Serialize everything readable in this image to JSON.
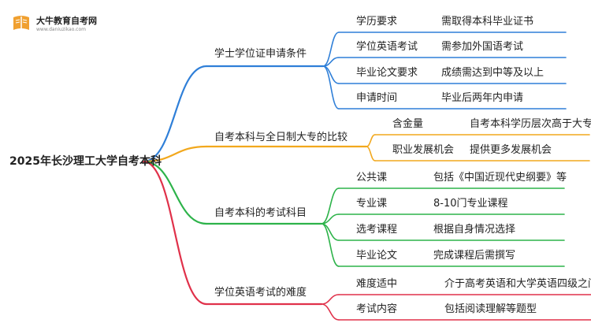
{
  "logo": {
    "title": "大牛教育自考网",
    "url": "www.daniuzikao.com",
    "icon": "book-icon",
    "color": "#f0a030"
  },
  "root": "2025年长沙理工大学自考本科",
  "branches": [
    {
      "label": "学士学位证申请条件",
      "color": "#2f7fd8",
      "children": [
        {
          "key": "学历要求",
          "value": "需取得本科毕业证书"
        },
        {
          "key": "学位英语考试",
          "value": "需参加外国语考试"
        },
        {
          "key": "毕业论文要求",
          "value": "成绩需达到中等及以上"
        },
        {
          "key": "申请时间",
          "value": "毕业后两年内申请"
        }
      ]
    },
    {
      "label": "自考本科与全日制大专的比较",
      "color": "#f2a81d",
      "children": [
        {
          "key": "含金量",
          "value": "自考本科学历层次高于大专"
        },
        {
          "key": "职业发展机会",
          "value": "提供更多发展机会"
        }
      ]
    },
    {
      "label": "自考本科的考试科目",
      "color": "#2db34a",
      "children": [
        {
          "key": "公共课",
          "value": "包括《中国近现代史纲要》等"
        },
        {
          "key": "专业课",
          "value": "8-10门专业课程"
        },
        {
          "key": "选考课程",
          "value": "根据自身情况选择"
        },
        {
          "key": "毕业论文",
          "value": "完成课程后需撰写"
        }
      ]
    },
    {
      "label": "学位英语考试的难度",
      "color": "#e0314a",
      "children": [
        {
          "key": "难度适中",
          "value": "介于高考英语和大学英语四级之间"
        },
        {
          "key": "考试内容",
          "value": "包括阅读理解等题型"
        }
      ]
    }
  ]
}
